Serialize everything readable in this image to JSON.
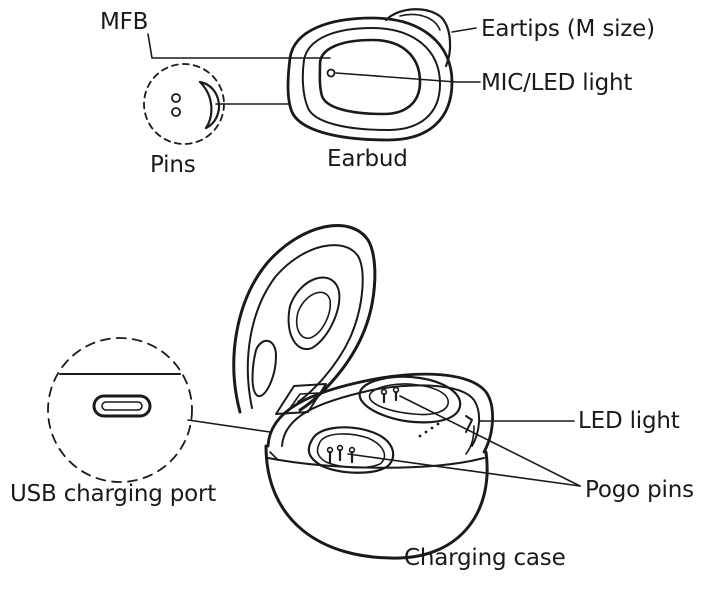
{
  "labels": {
    "mfb": "MFB",
    "eartips": "Eartips (M size)",
    "mic_led": "MIC/LED light",
    "pins": "Pins",
    "earbud": "Earbud",
    "led_light": "LED light",
    "pogo_pins": "Pogo pins",
    "usb_port": "USB charging port",
    "charging_case": "Charging case"
  },
  "colors": {
    "ink": "#1a1a1a",
    "background": "#ffffff"
  }
}
